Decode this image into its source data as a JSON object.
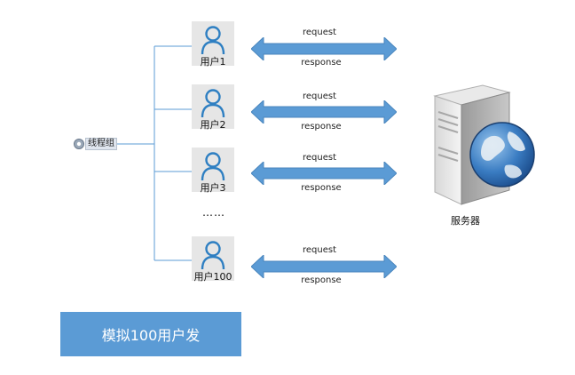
{
  "thread_group": {
    "label": "线程组"
  },
  "users": [
    {
      "label": "用户1"
    },
    {
      "label": "用户2"
    },
    {
      "label": "用户3"
    },
    {
      "label": "用户100"
    }
  ],
  "ellipsis": "……",
  "messages": [
    {
      "request": "request",
      "response": "response"
    },
    {
      "request": "request",
      "response": "response"
    },
    {
      "request": "request",
      "response": "response"
    },
    {
      "request": "request",
      "response": "response"
    }
  ],
  "server": {
    "label": "服务器"
  },
  "simulate_box": {
    "label": "模拟100用户发"
  },
  "colors": {
    "arrow": "#5b9bd5",
    "connector": "#5b9bd5",
    "user_icon": "#2e7fc2",
    "box": "#5b9bd5"
  }
}
